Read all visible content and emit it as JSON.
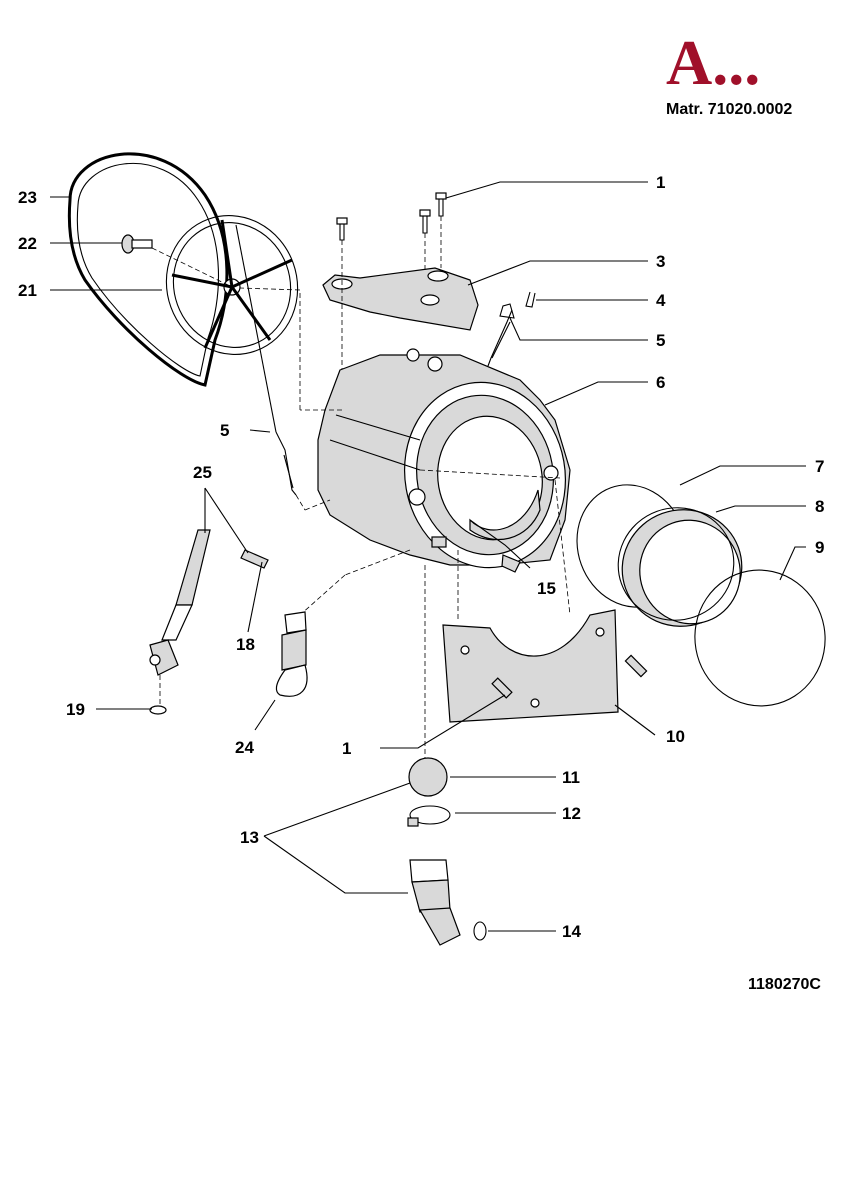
{
  "header": {
    "logo_text": "A...",
    "logo_color": "#a0102a",
    "matr": "Matr. 71020.0002"
  },
  "footer": {
    "drawing_code": "1180270C"
  },
  "labels": {
    "l1_top": "1",
    "l3": "3",
    "l4": "4",
    "l5_right": "5",
    "l6": "6",
    "l7": "7",
    "l8": "8",
    "l9": "9",
    "l10": "10",
    "l11": "11",
    "l12": "12",
    "l13": "13",
    "l14": "14",
    "l15": "15",
    "l18": "18",
    "l19": "19",
    "l21": "21",
    "l22": "22",
    "l23": "23",
    "l24": "24",
    "l25": "25",
    "l5_left": "5",
    "l1_bottom": "1"
  }
}
